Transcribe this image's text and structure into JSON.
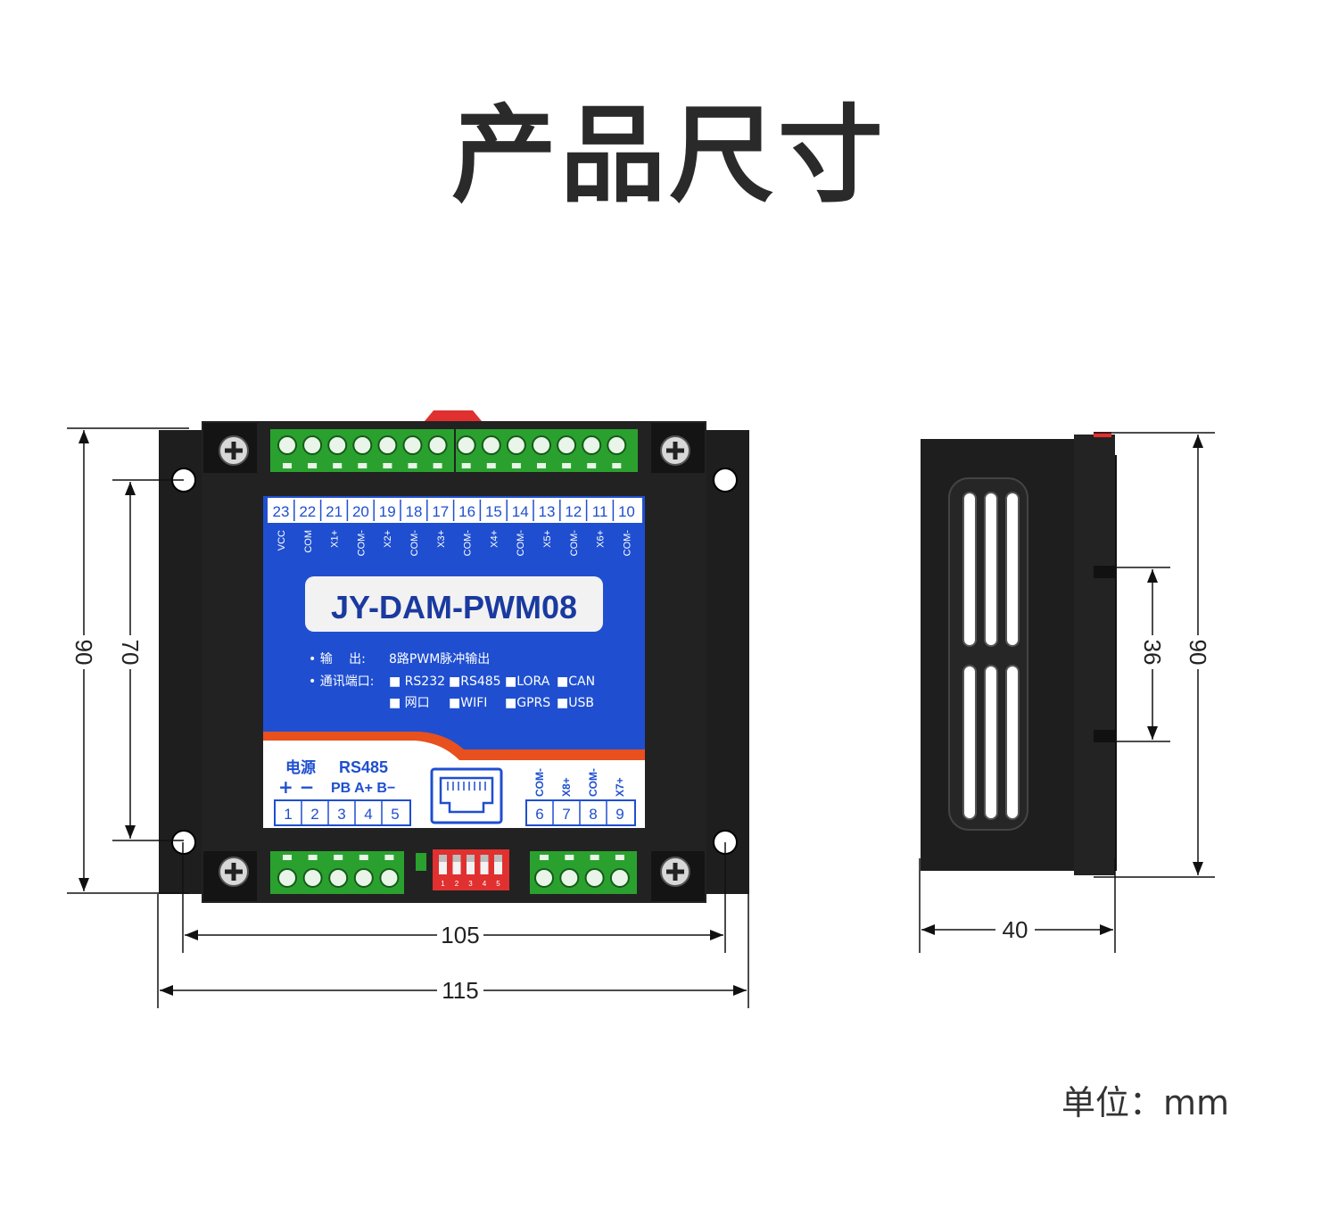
{
  "title": "产品尺寸",
  "unit_label": "单位：mm",
  "model": "JY-DAM-PWM08",
  "top_terminals": {
    "numbers": [
      "23",
      "22",
      "21",
      "20",
      "19",
      "18",
      "17",
      "16",
      "15",
      "14",
      "13",
      "12",
      "11",
      "10"
    ],
    "labels": [
      "VCC",
      "COM",
      "X1+",
      "COM-",
      "X2+",
      "COM-",
      "X3+",
      "COM-",
      "X4+",
      "COM-",
      "X5+",
      "COM-",
      "X6+",
      "COM-"
    ]
  },
  "specs": {
    "output_label": "• 输　 出:",
    "output_value": "8路PWM脉冲输出",
    "ports_label": "• 通讯端口:",
    "ports_row1": [
      "■ RS232",
      "■RS485",
      "■LORA",
      "■CAN"
    ],
    "ports_row2": [
      "■ 网口",
      "■WIFI",
      "■GPRS",
      "■USB"
    ]
  },
  "bottom_left": {
    "power_label": "电源",
    "rs485_label": "RS485",
    "signs": "+ −",
    "pins_label": "PB A+ B−",
    "numbers": [
      "1",
      "2",
      "3",
      "4",
      "5"
    ]
  },
  "bottom_right": {
    "labels": [
      "COM-",
      "X8+",
      "COM-",
      "X7+"
    ],
    "numbers": [
      "6",
      "7",
      "8",
      "9"
    ]
  },
  "dip_numbers": [
    "1",
    "2",
    "3",
    "4",
    "5"
  ],
  "dimensions": {
    "height_outer": "90",
    "height_inner": "70",
    "width_inner": "105",
    "width_outer": "115",
    "side_depth": "40",
    "side_rail": "36",
    "side_height": "90"
  },
  "colors": {
    "panel_blue": "#1f4fd0",
    "terminal_green": "#2aa12e",
    "body_black": "#1e1e1e",
    "accent_orange": "#e8501e",
    "dip_red": "#e03030"
  }
}
